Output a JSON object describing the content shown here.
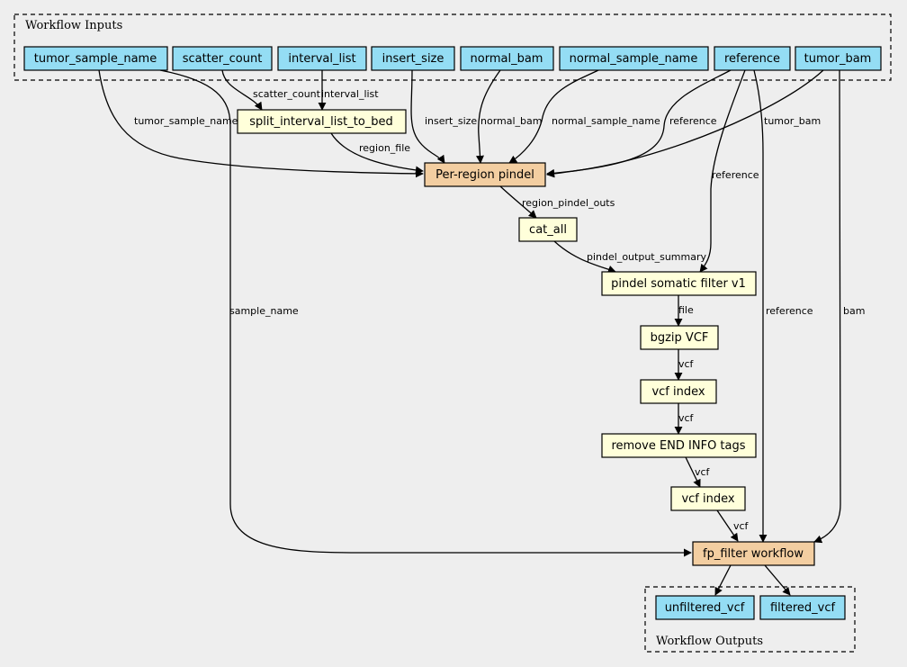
{
  "clusters": {
    "inputs_label": "Workflow Inputs",
    "outputs_label": "Workflow Outputs"
  },
  "colors": {
    "background": "#eeeeee",
    "input_output_fill": "#94ddf4",
    "step_fill": "#ffffda",
    "subworkflow_fill": "#f3cea1"
  },
  "inputs": {
    "tumor_sample_name": "tumor_sample_name",
    "scatter_count": "scatter_count",
    "interval_list": "interval_list",
    "insert_size": "insert_size",
    "normal_bam": "normal_bam",
    "normal_sample_name": "normal_sample_name",
    "reference": "reference",
    "tumor_bam": "tumor_bam"
  },
  "steps": {
    "split_interval_list_to_bed": "split_interval_list_to_bed",
    "per_region_pindel": "Per-region pindel",
    "cat_all": "cat_all",
    "pindel_somatic_filter_v1": "pindel somatic filter v1",
    "bgzip_vcf": "bgzip VCF",
    "vcf_index_1": "vcf index",
    "remove_end_info_tags": "remove END INFO tags",
    "vcf_index_2": "vcf index",
    "fp_filter_workflow": "fp_filter workflow"
  },
  "outputs": {
    "unfiltered_vcf": "unfiltered_vcf",
    "filtered_vcf": "filtered_vcf"
  },
  "edges": [
    {
      "id": "tsn_to_pindel",
      "label": "tumor_sample_name"
    },
    {
      "id": "tsn_to_fp",
      "label": "sample_name"
    },
    {
      "id": "scatter_to_split",
      "label": "scatter_count"
    },
    {
      "id": "interval_to_split",
      "label": "interval_list"
    },
    {
      "id": "split_to_pindel",
      "label": "region_file"
    },
    {
      "id": "insert_to_pindel",
      "label": "insert_size"
    },
    {
      "id": "normalbam_to_pindel",
      "label": "normal_bam"
    },
    {
      "id": "normalname_to_pindel",
      "label": "normal_sample_name"
    },
    {
      "id": "ref_to_pindel",
      "label": "reference"
    },
    {
      "id": "tumorbam_to_pindel",
      "label": "tumor_bam"
    },
    {
      "id": "ref_to_filter",
      "label": "reference"
    },
    {
      "id": "ref_to_fp",
      "label": "reference"
    },
    {
      "id": "tumorbam_to_fp",
      "label": "bam"
    },
    {
      "id": "pindel_to_cat",
      "label": "region_pindel_outs"
    },
    {
      "id": "cat_to_filter",
      "label": "pindel_output_summary"
    },
    {
      "id": "filter_to_bgzip",
      "label": "file"
    },
    {
      "id": "bgzip_to_index1",
      "label": "vcf"
    },
    {
      "id": "index1_to_remove",
      "label": "vcf"
    },
    {
      "id": "remove_to_index2",
      "label": "vcf"
    },
    {
      "id": "index2_to_fp",
      "label": "vcf"
    },
    {
      "id": "fp_to_unfiltered",
      "label": ""
    },
    {
      "id": "fp_to_filtered",
      "label": ""
    }
  ]
}
